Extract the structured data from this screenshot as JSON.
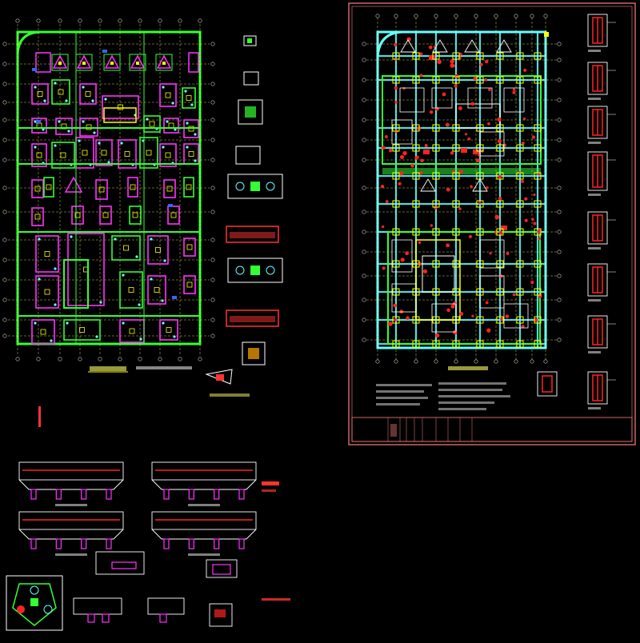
{
  "colors": {
    "background": "#000000",
    "grid": "#ffff66",
    "axis": "#c8c8c8",
    "wall": "#33ff33",
    "cap": "#ff33ff",
    "column": "#66ffff",
    "pile": "#ff2222",
    "frame": "#ff8080",
    "dim": "#ffff00",
    "note": "#ff3333",
    "white": "#ffffff"
  },
  "icons": {
    "pile": "red-circle",
    "cap": "magenta-rectangle",
    "column": "cyan-square"
  }
}
